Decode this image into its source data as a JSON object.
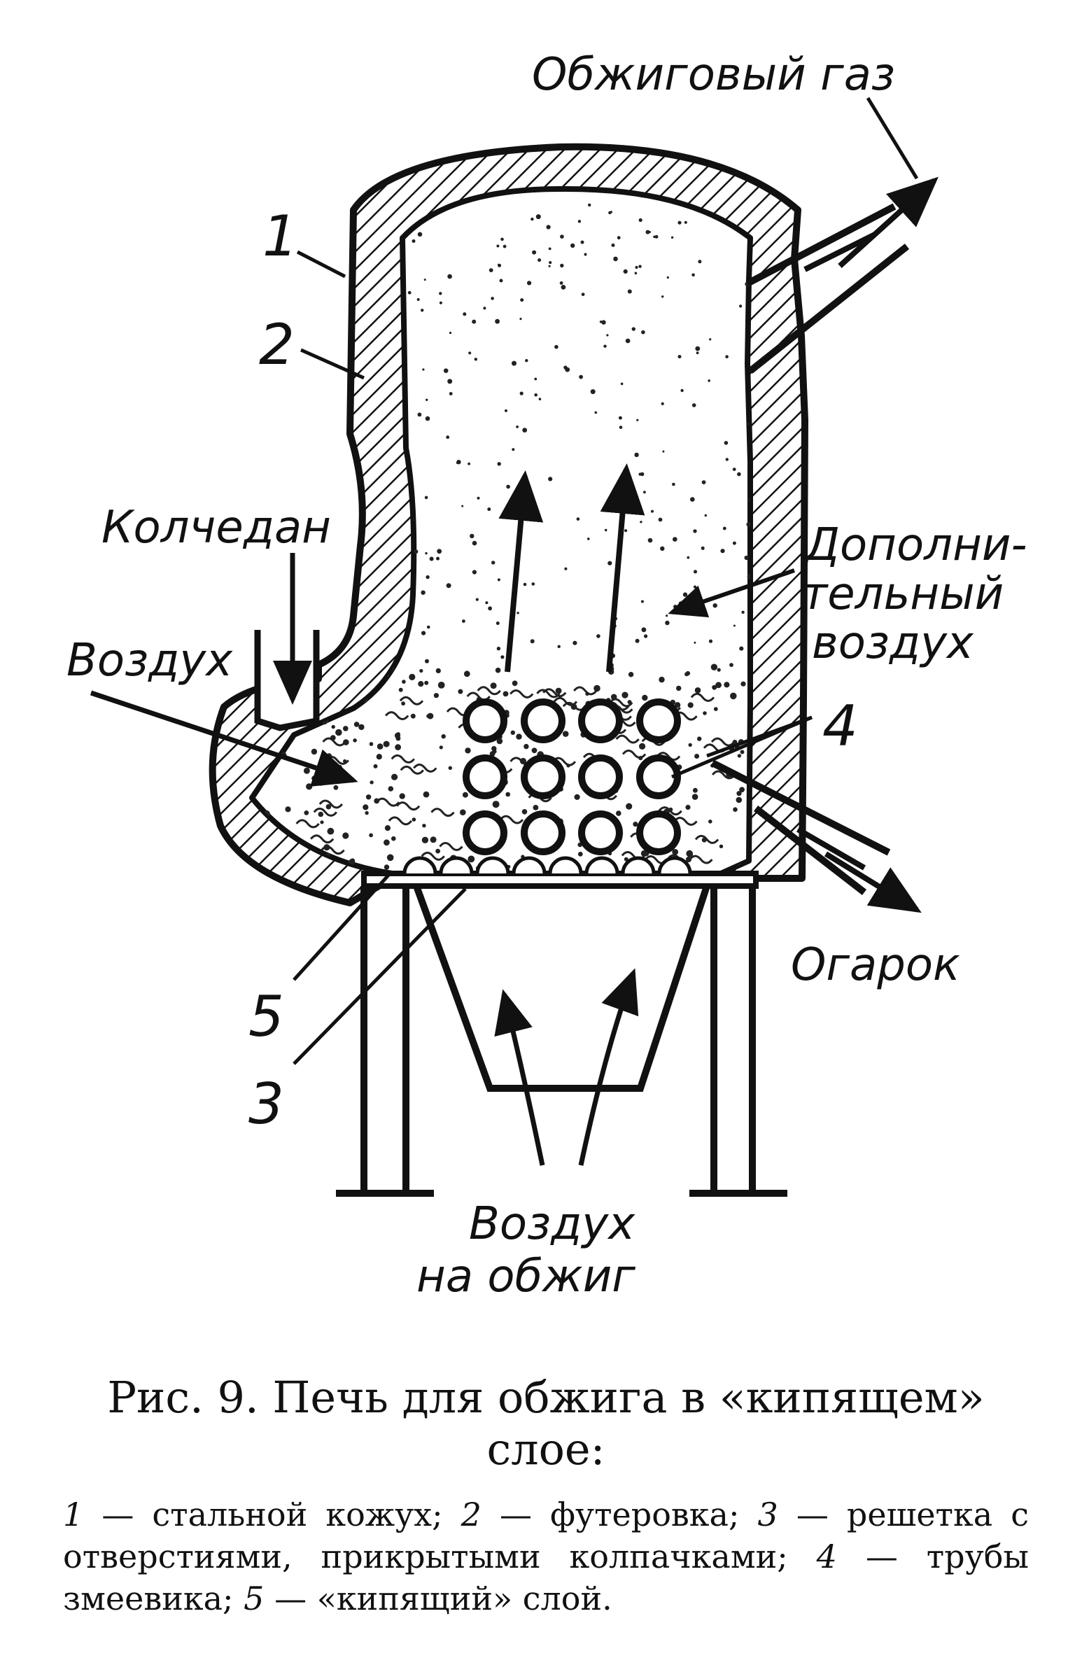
{
  "labels": {
    "gas_line1": "Обжиговый газ",
    "pyrite": "Колчедан",
    "air": "Воздух",
    "extra_air_line1": "Дополни-",
    "extra_air_line2": "тельный",
    "extra_air_line3": "воздух",
    "cinder": "Огарок",
    "firing_air_line1": "Воздух",
    "firing_air_line2": "на обжиг"
  },
  "numbers": {
    "n1": "1",
    "n2": "2",
    "n3": "3",
    "n4": "4",
    "n5": "5"
  },
  "caption": {
    "title_line1": "Рис. 9. Печь для обжига в «кипящем»",
    "title_line2": "слое:",
    "legend": [
      {
        "num": "1",
        "text": " — стальной кожух; "
      },
      {
        "num": "2",
        "text": " — футеровка; "
      },
      {
        "num": "3",
        "text": " — решетка с отверстиями, прикрытыми колпачками; "
      },
      {
        "num": "4",
        "text": " — трубы змеевика; "
      },
      {
        "num": "5",
        "text": " — «кипящий» слой."
      }
    ]
  }
}
